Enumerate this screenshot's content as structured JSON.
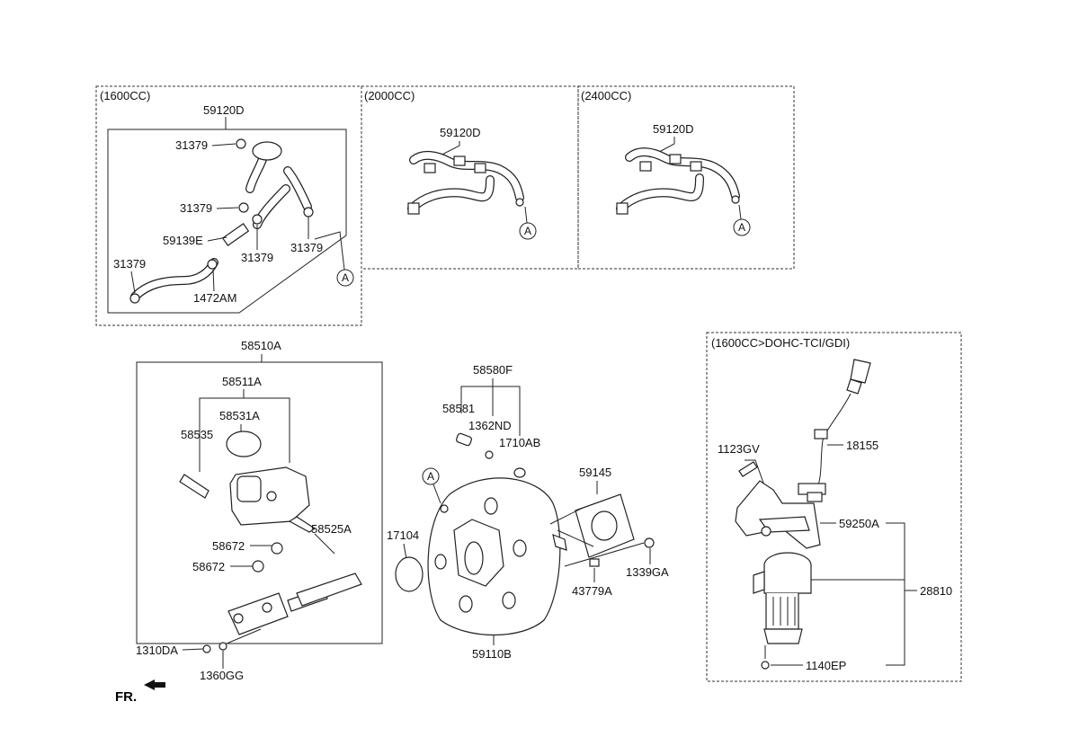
{
  "sections": {
    "s1600": "(1600CC)",
    "s2000": "(2000CC)",
    "s2400": "(2400CC)",
    "sTci": "(1600CC>DOHC-TCI/GDI)"
  },
  "marker": "A",
  "fr_label": "FR.",
  "labels": {
    "p59120D_1": "59120D",
    "p31379_a": "31379",
    "p31379_b": "31379",
    "p59139E": "59139E",
    "p31379_c": "31379",
    "p31379_d": "31379",
    "p31379_e": "31379",
    "p1472AM": "1472AM",
    "p59120D_2": "59120D",
    "p59120D_3": "59120D",
    "p58510A": "58510A",
    "p58511A": "58511A",
    "p58531A": "58531A",
    "p58535": "58535",
    "p58525A": "58525A",
    "p58672_a": "58672",
    "p58672_b": "58672",
    "p1310DA": "1310DA",
    "p1360GG": "1360GG",
    "p58580F": "58580F",
    "p58581": "58581",
    "p1362ND": "1362ND",
    "p1710AB": "1710AB",
    "p59145": "59145",
    "p17104": "17104",
    "p1339GA": "1339GA",
    "p43779A": "43779A",
    "p59110B": "59110B",
    "p1123GV": "1123GV",
    "p18155": "18155",
    "p59250A": "59250A",
    "p28810": "28810",
    "p1140EP": "1140EP"
  }
}
